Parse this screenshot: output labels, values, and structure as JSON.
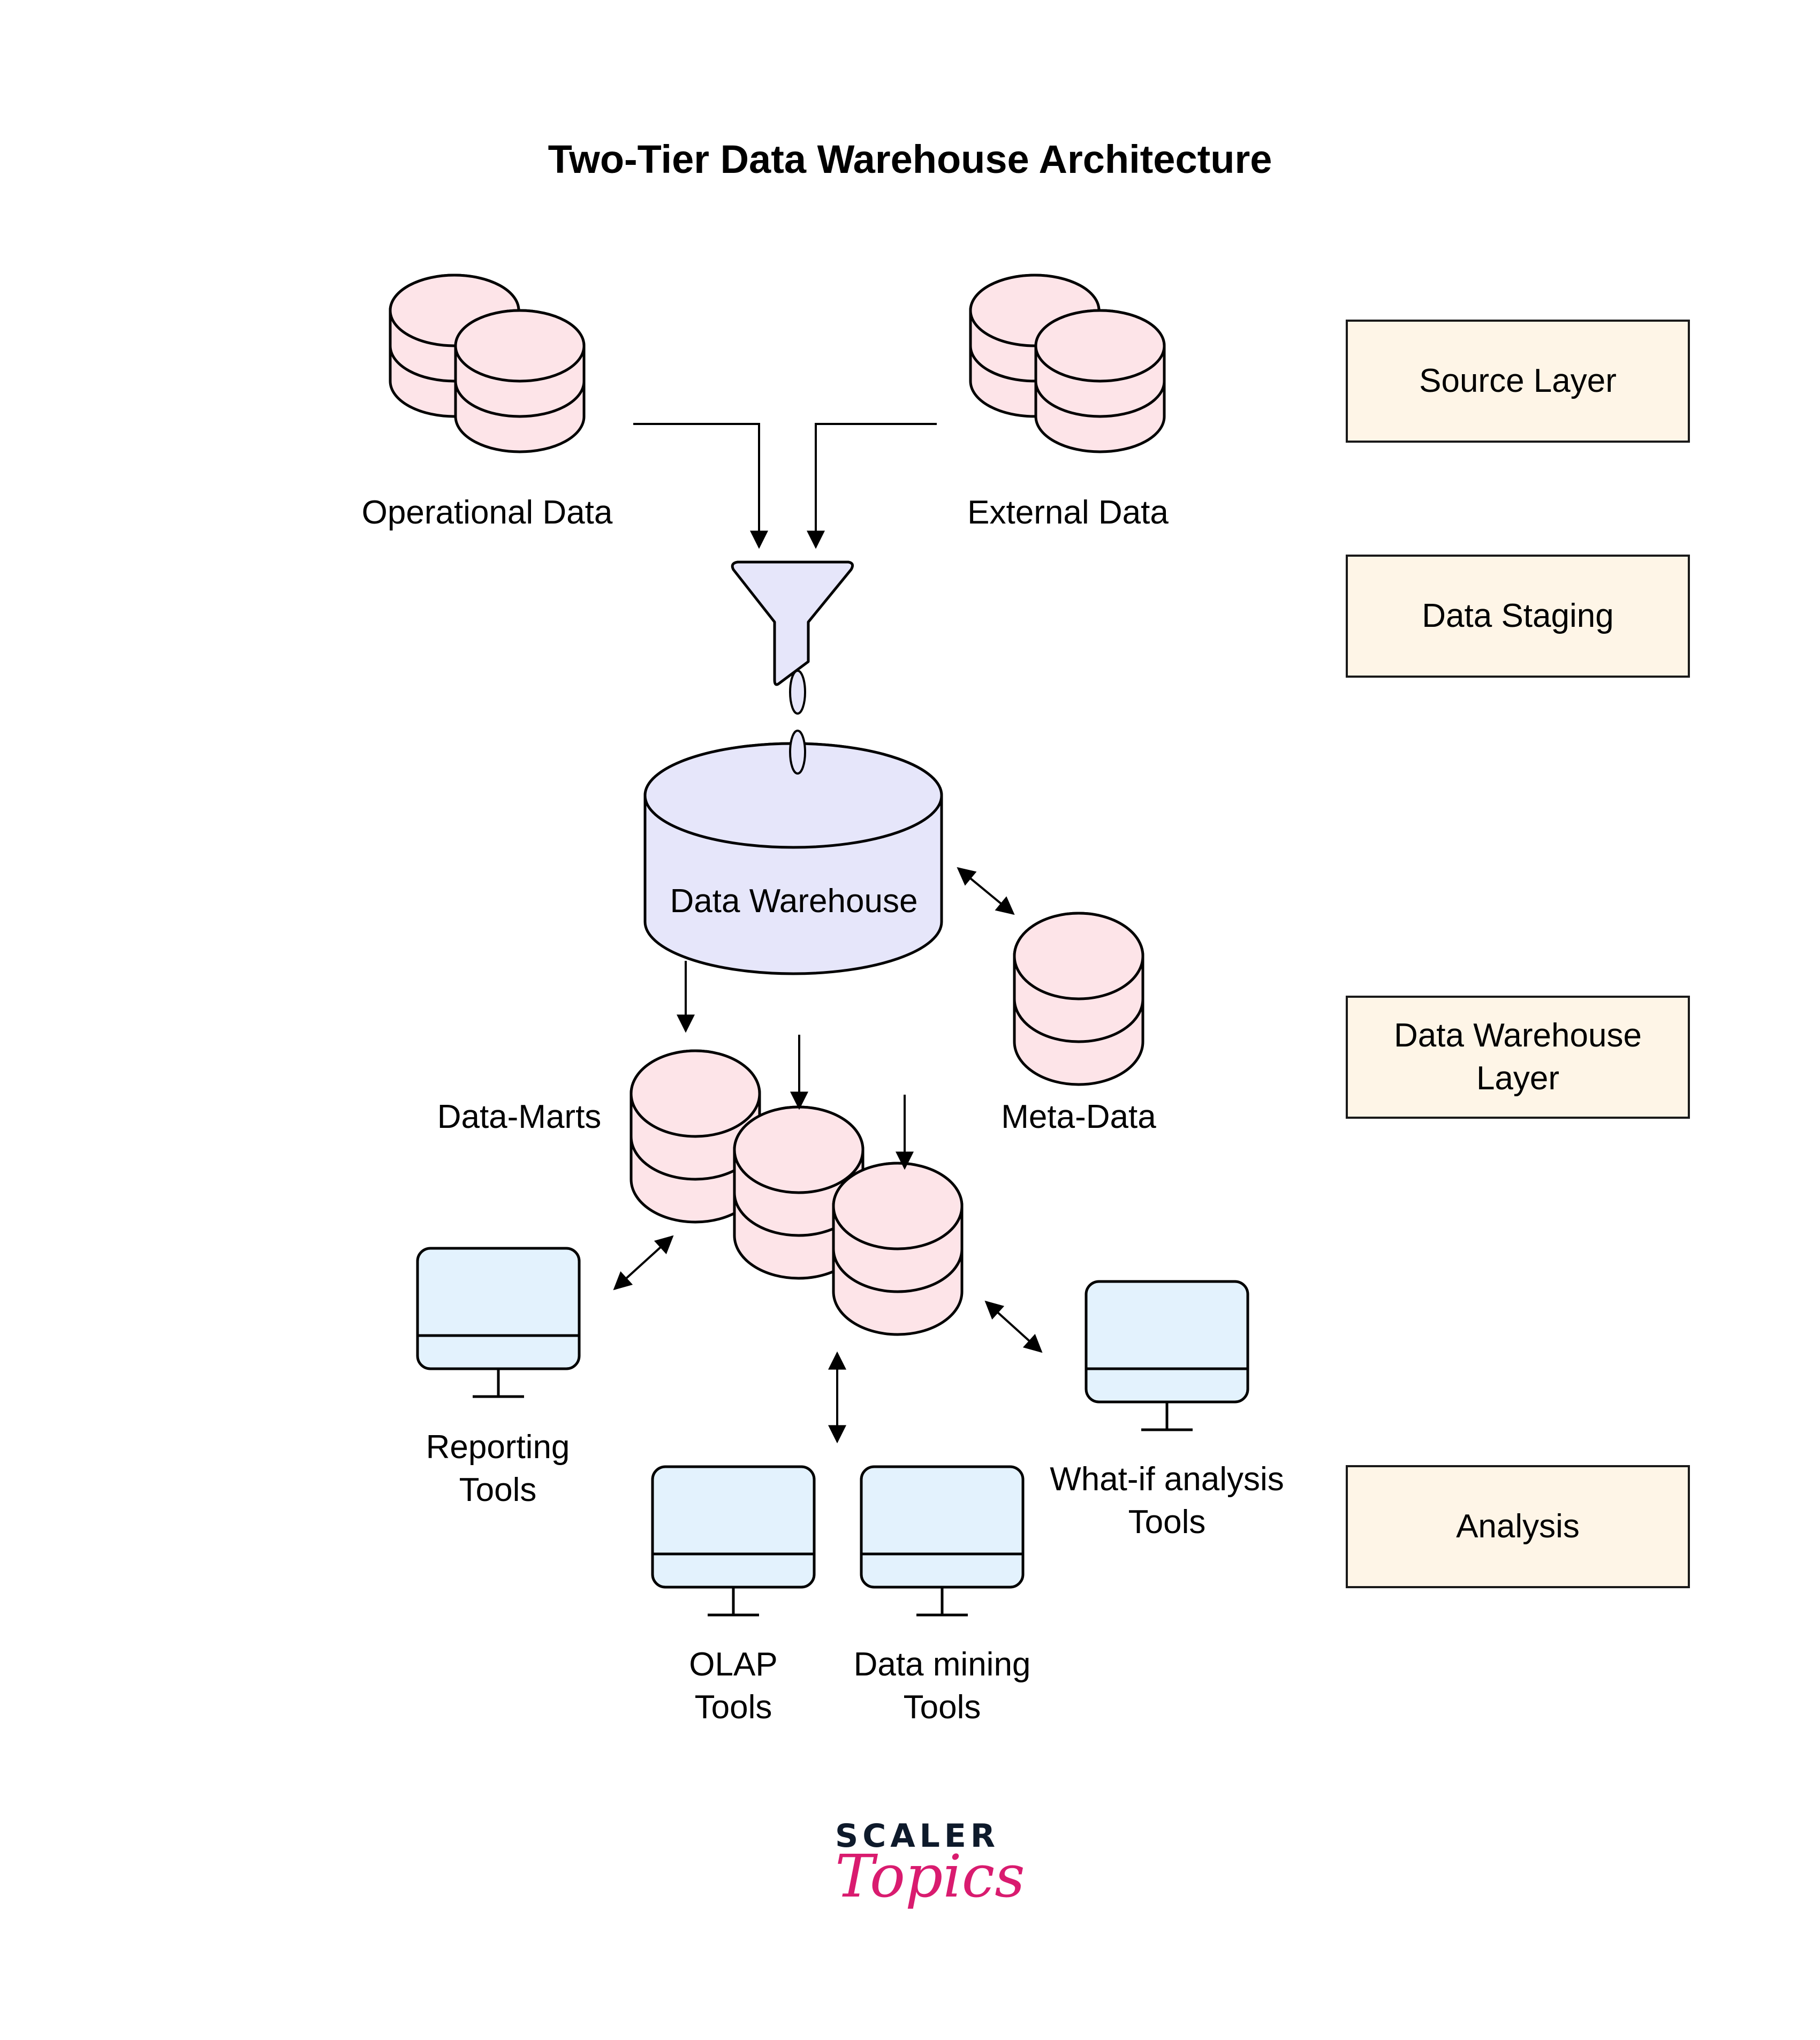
{
  "title": "Two-Tier Data Warehouse Architecture",
  "colors": {
    "db_fill": "#FDE4E8",
    "warehouse_fill": "#E6E6FA",
    "monitor_fill": "#E3F2FD",
    "layer_box_fill": "#FEF5E7",
    "stroke": "#000000",
    "logo_dark": "#0E1A2B",
    "logo_pink": "#D91B6F"
  },
  "sources": [
    {
      "label": "Operational Data",
      "icon": "database-stack-icon"
    },
    {
      "label": "External Data",
      "icon": "database-stack-icon"
    }
  ],
  "staging": {
    "icon": "funnel-icon"
  },
  "warehouse": {
    "label": "Data Warehouse",
    "icon": "cylinder-icon"
  },
  "meta_data": {
    "label": "Meta-Data",
    "icon": "database-icon"
  },
  "data_marts": {
    "label": "Data-Marts",
    "count": 3,
    "icon": "database-icon"
  },
  "tools": [
    {
      "label_line1": "Reporting",
      "label_line2": "Tools",
      "icon": "monitor-icon"
    },
    {
      "label_line1": "OLAP",
      "label_line2": "Tools",
      "icon": "monitor-icon"
    },
    {
      "label_line1": "Data mining",
      "label_line2": "Tools",
      "icon": "monitor-icon"
    },
    {
      "label_line1": "What-if analysis",
      "label_line2": "Tools",
      "icon": "monitor-icon"
    }
  ],
  "layers": [
    {
      "label_line1": "Source Layer",
      "label_line2": ""
    },
    {
      "label_line1": "Data Staging",
      "label_line2": ""
    },
    {
      "label_line1": "Data Warehouse",
      "label_line2": "Layer"
    },
    {
      "label_line1": "Analysis",
      "label_line2": ""
    }
  ],
  "logo": {
    "top": "SCALER",
    "bottom": "Topics"
  }
}
